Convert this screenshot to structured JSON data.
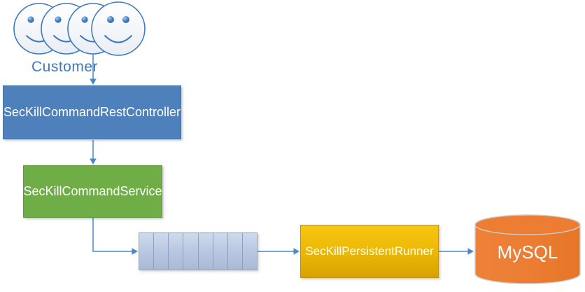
{
  "diagram": {
    "title_hint": "SecKill command flow diagram",
    "customer": {
      "label": "Customer",
      "icon": "smiley-faces",
      "face_count": 4,
      "label_color": "#3e79bd"
    },
    "nodes": {
      "rest_controller": {
        "label": "SecKillCommandRestController",
        "color": "#4e81bc",
        "shape": "rectangle"
      },
      "service": {
        "label": "SecKillCommandService",
        "color": "#6fad47",
        "shape": "rectangle"
      },
      "runner": {
        "label": "SecKillPersistentRunner",
        "color": "#e8b607",
        "shape": "rectangle"
      },
      "database": {
        "label": "MySQL",
        "color": "#ec7d33",
        "shape": "cylinder"
      }
    },
    "queue": {
      "segments": 8,
      "fill_color": "#bcc9e0",
      "border_color": "#8da0bf"
    },
    "connectors": {
      "color": "#5b9bd5",
      "arrowhead_color": "#4a86c8",
      "edges": [
        "customer -> rest_controller",
        "rest_controller -> service",
        "service -> queue",
        "queue -> runner",
        "runner -> database"
      ]
    }
  }
}
